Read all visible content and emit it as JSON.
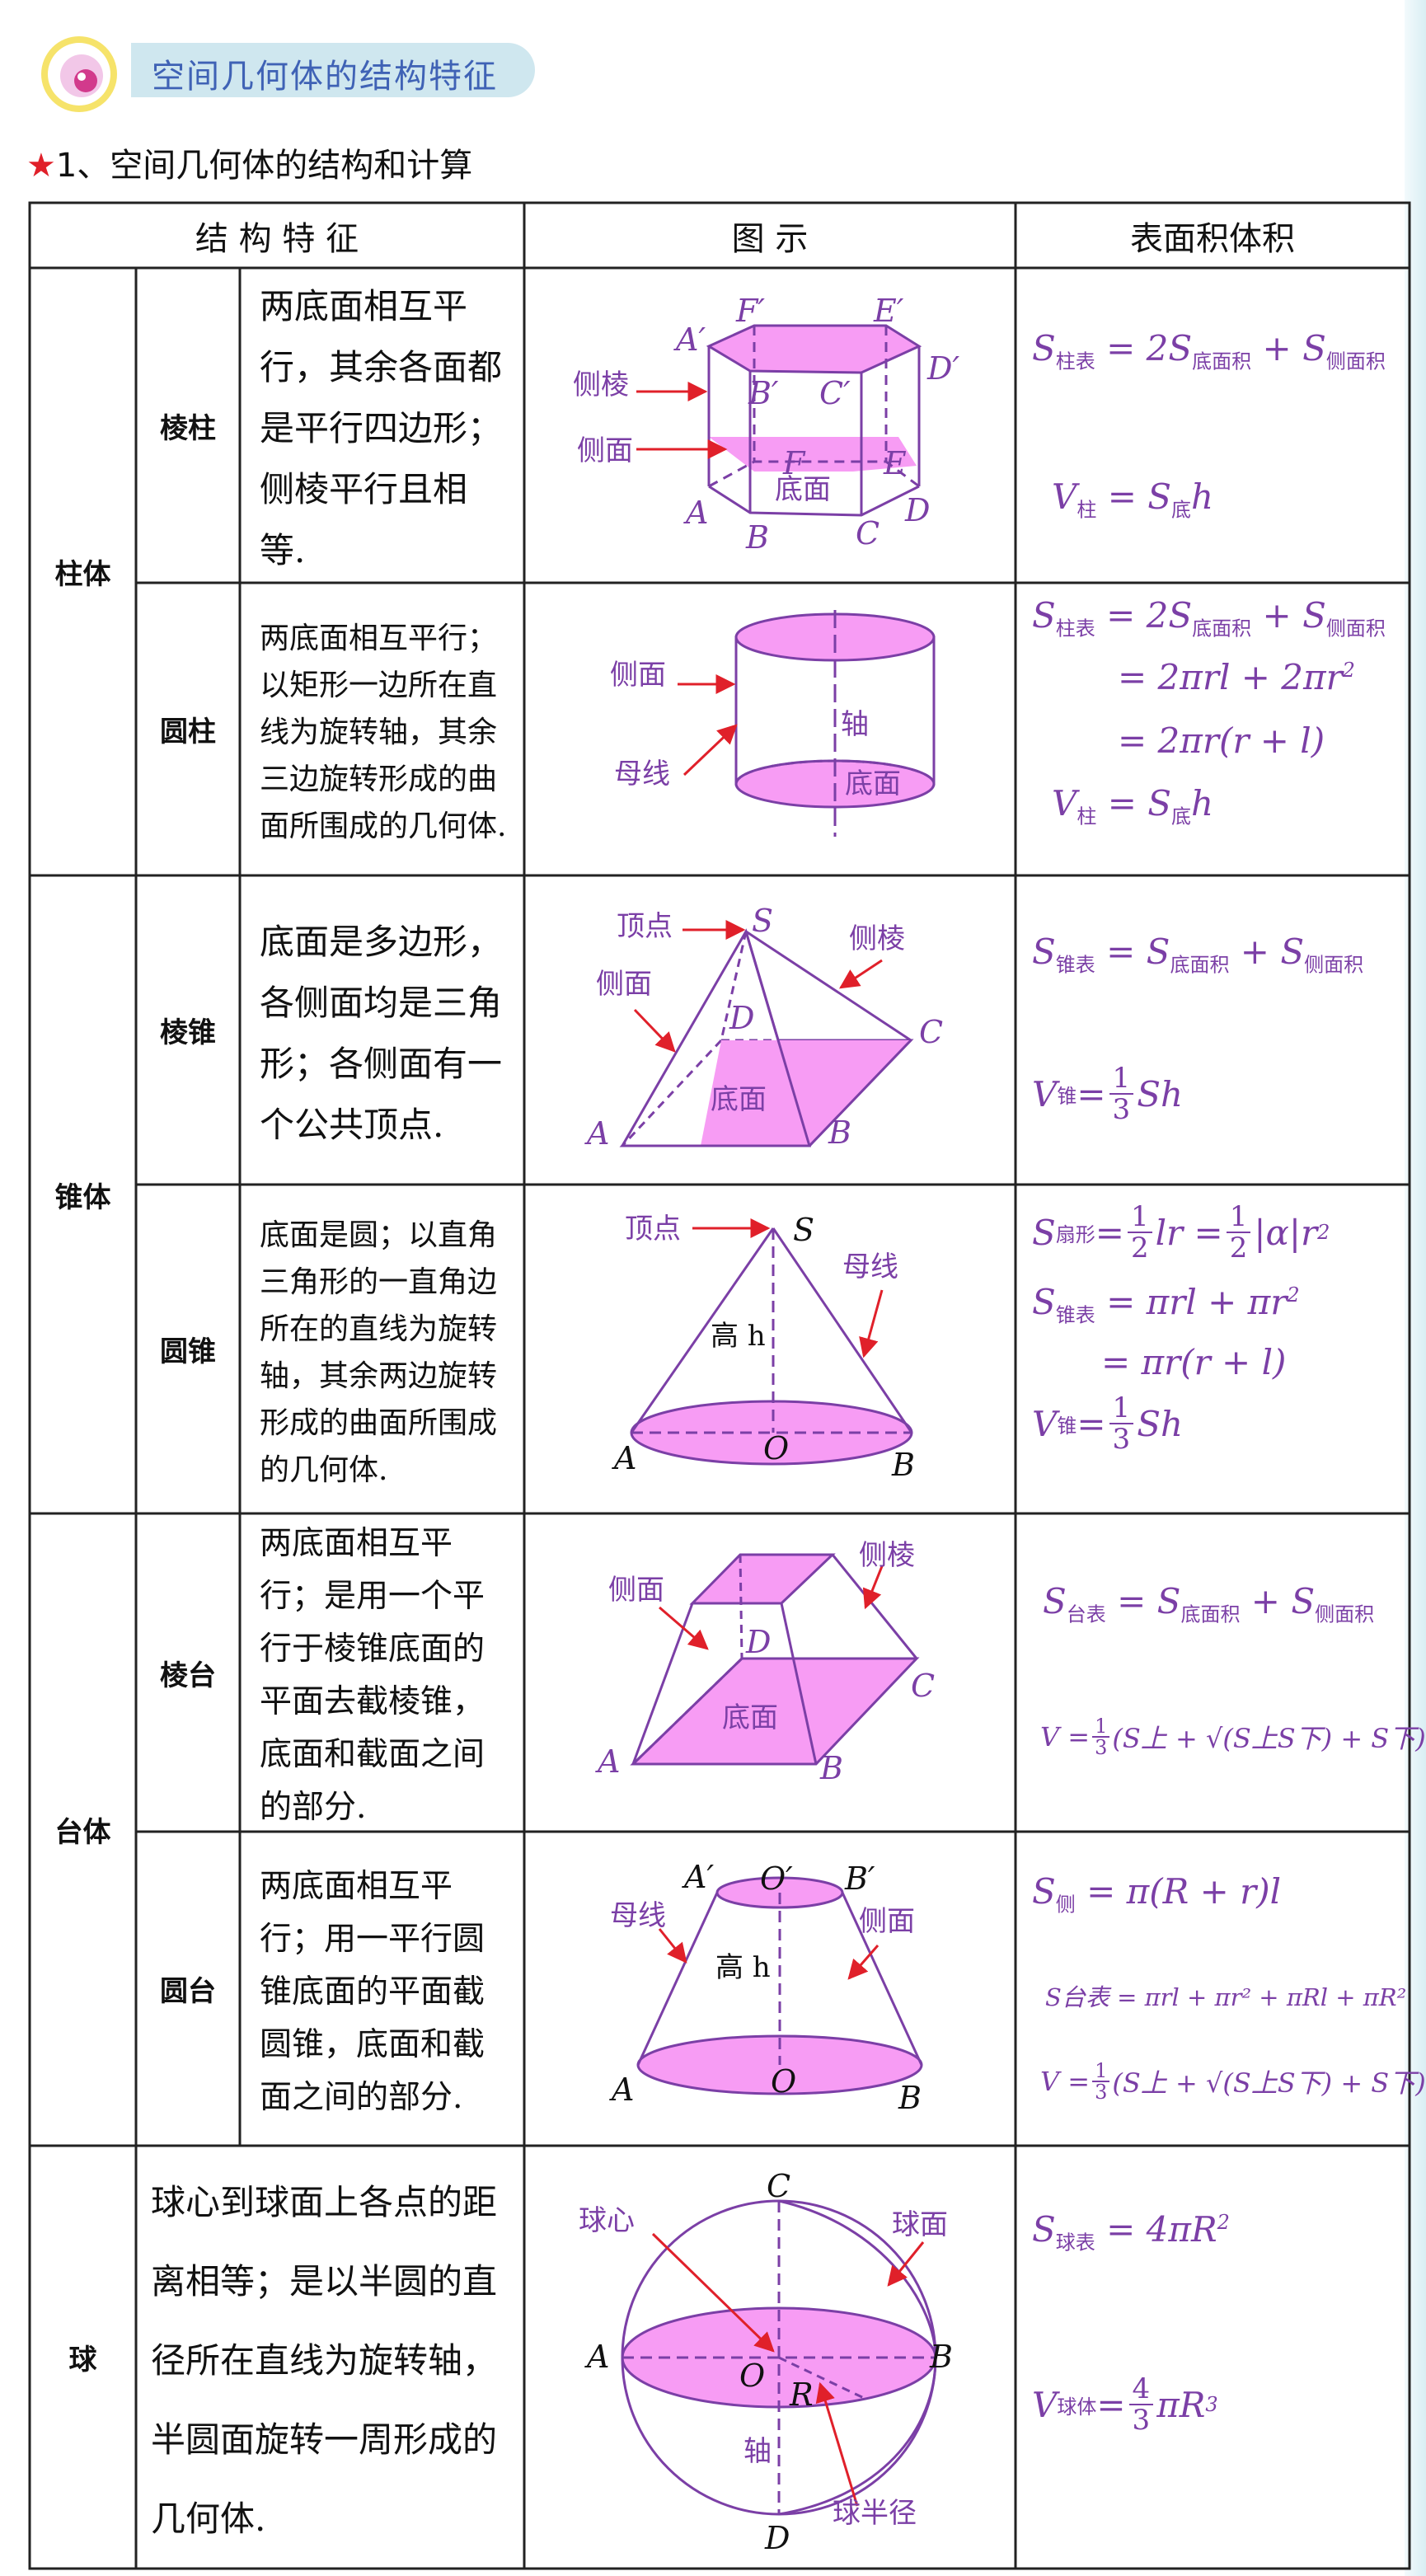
{
  "header": {
    "title": "空间几何体的结构特征"
  },
  "section": {
    "star": "★",
    "title": "1、空间几何体的结构和计算"
  },
  "table": {
    "col_headers": [
      "结 构 特 征",
      "图 示",
      "表面积体积"
    ],
    "groups": [
      "柱体",
      "锥体",
      "台体",
      "球"
    ],
    "rows": [
      {
        "type": "棱柱",
        "desc": "两底面相互平行，其余各面都是平行四边形；侧棱平行且相等.",
        "labels": {
          "A_p": "A′",
          "F_p": "F′",
          "E_p": "E′",
          "D_p": "D′",
          "B_p": "B′",
          "C_p": "C′",
          "F": "F",
          "E": "E",
          "A": "A",
          "B": "B",
          "C": "C",
          "D": "D",
          "lateral_edge": "侧棱",
          "lateral_face": "侧面",
          "base": "底面"
        }
      },
      {
        "type": "圆柱",
        "desc": "两底面相互平行；以矩形一边所在直线为旋转轴，其余三边旋转形成的曲面所围成的几何体.",
        "labels": {
          "lateral_face": "侧面",
          "generatrix": "母线",
          "axis": "轴",
          "base": "底面"
        }
      },
      {
        "type": "棱锥",
        "desc": "底面是多边形，各侧面均是三角形；各侧面有一个公共顶点.",
        "labels": {
          "apex": "顶点",
          "S": "S",
          "lateral_edge": "侧棱",
          "lateral_face": "侧面",
          "D": "D",
          "C": "C",
          "base": "底面",
          "A": "A",
          "B": "B"
        }
      },
      {
        "type": "圆锥",
        "desc": "底面是圆；以直角三角形的一直角边所在的直线为旋转轴，其余两边旋转形成的曲面所围成的几何体.",
        "labels": {
          "apex": "顶点",
          "S": "S",
          "generatrix": "母线",
          "height": "高 h",
          "A": "A",
          "O": "O",
          "B": "B"
        }
      },
      {
        "type": "棱台",
        "desc": "两底面相互平行；是用一个平行于棱锥底面的平面去截棱锥，底面和截面之间的部分.",
        "labels": {
          "lateral_face": "侧面",
          "lateral_edge": "侧棱",
          "D": "D",
          "C": "C",
          "base": "底面",
          "A": "A",
          "B": "B"
        }
      },
      {
        "type": "圆台",
        "desc": "两底面相互平行；用一平行圆锥底面的平面截圆锥，底面和截面之间的部分.",
        "labels": {
          "A_p": "A′",
          "O_p": "O′",
          "B_p": "B′",
          "generatrix": "母线",
          "lateral_face": "侧面",
          "height": "高 h",
          "A": "A",
          "O": "O",
          "B": "B"
        }
      },
      {
        "type": "",
        "desc": "球心到球面上各点的距离相等；是以半圆的直径所在直线为旋转轴，半圆面旋转一周形成的几何体.",
        "labels": {
          "C": "C",
          "center": "球心",
          "surface": "球面",
          "A": "A",
          "B": "B",
          "O": "O",
          "R": "R",
          "axis": "轴",
          "D": "D",
          "radius": "球半径"
        }
      }
    ]
  },
  "formulas": {
    "prism": {
      "s_lhs": "S",
      "s_lhs_sub": "柱表",
      "s_eq": " = 2S",
      "s_sub1": "底面积",
      "s_plus": " + S",
      "s_sub2": "侧面积",
      "v_lhs": "V",
      "v_lhs_sub": "柱",
      "v_eq": " = S",
      "v_sub": "底",
      "v_tail": "h"
    },
    "cylinder": {
      "s_lhs": "S",
      "s_lhs_sub": "柱表",
      "s_eq": " = 2S",
      "s_sub1": "底面积",
      "s_plus": " + S",
      "s_sub2": "侧面积",
      "line2": "= 2πrl + 2πr",
      "line2_sup": "2",
      "line3": "= 2πr(r + l)",
      "v_lhs": "V",
      "v_lhs_sub": "柱",
      "v_eq": " = S",
      "v_sub": "底",
      "v_tail": "h"
    },
    "pyramid": {
      "s_lhs": "S",
      "s_lhs_sub": "锥表",
      "s_eq": " = S",
      "s_sub1": "底面积",
      "s_plus": " + S",
      "s_sub2": "侧面积",
      "v_lhs": "V",
      "v_lhs_sub": "锥",
      "v_eq": " = ",
      "frac_n": "1",
      "frac_d": "3",
      "v_tail": "Sh"
    },
    "cone": {
      "sec_lhs": "S",
      "sec_sub": "扇形",
      "sec_eq": " = ",
      "f1_n": "1",
      "f1_d": "2",
      "sec_mid": "lr = ",
      "f2_n": "1",
      "f2_d": "2",
      "sec_tail": "|α|r",
      "sec_sup": "2",
      "s_lhs": "S",
      "s_lhs_sub": "锥表",
      "s_eq": " = πrl + πr",
      "s_sup": "2",
      "line3": "= πr(r + l)",
      "v_lhs": "V",
      "v_lhs_sub": "锥",
      "v_eq": " = ",
      "frac_n": "1",
      "frac_d": "3",
      "v_tail": "Sh"
    },
    "frustum": {
      "s_lhs": "S",
      "s_lhs_sub": "台表",
      "s_eq": " = S",
      "s_sub1": "底面积",
      "s_plus": " + S",
      "s_sub2": "侧面积",
      "v_text": "V = ",
      "frac_n": "1",
      "frac_d": "3",
      "v_body": "(S上 + √(S上S下) + S下)h"
    },
    "cone_frustum": {
      "l_lhs": "S",
      "l_sub": "侧",
      "l_eq": " = π(R + r)l",
      "s_text": "S台表 = πrl + πr² + πRl + πR²",
      "v_text": "V = ",
      "frac_n": "1",
      "frac_d": "3",
      "v_body": "(S上 + √(S上S下) + S下)h"
    },
    "sphere": {
      "s_lhs": "S",
      "s_lhs_sub": "球表",
      "s_eq": " = 4πR",
      "s_sup": "2",
      "v_lhs": "V",
      "v_lhs_sub": "球体",
      "v_eq": " = ",
      "frac_n": "4",
      "frac_d": "3",
      "v_tail": "πR",
      "v_sup": "3"
    }
  },
  "colors": {
    "accent": "#7b3fa6",
    "fill": "#f79cf4",
    "arrow": "#e0202a",
    "header_text": "#3f62b5",
    "header_band": "#cfe7ef"
  }
}
